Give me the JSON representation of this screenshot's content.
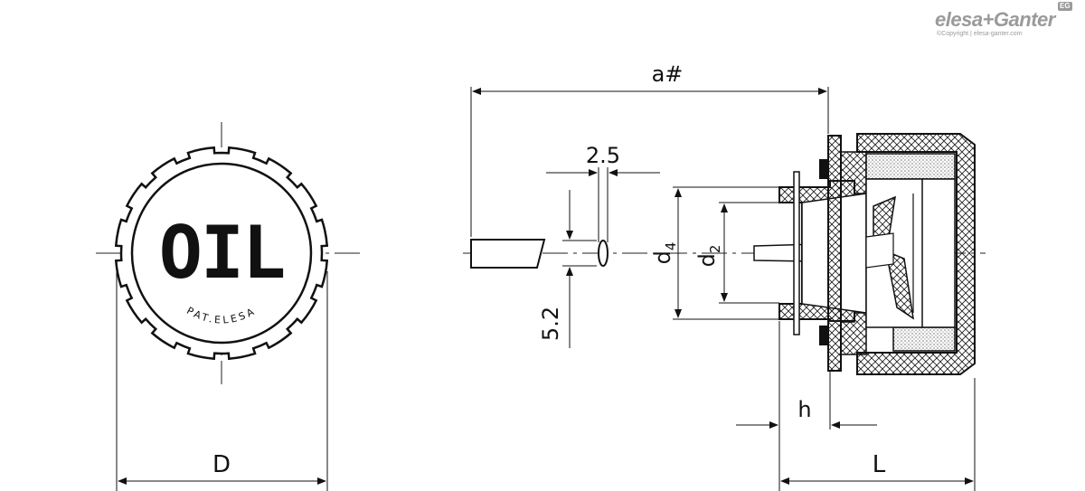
{
  "brand": {
    "name": "elesa+Ganter",
    "badge": "EG",
    "copyright": "©Copyright | elesa-ganter.com"
  },
  "front_view": {
    "cap_text": "OIL",
    "patent_text": "PAT.ELESA",
    "diameter_label": "D"
  },
  "section_view": {
    "label_a": "a#",
    "label_slot_width": "2.5",
    "label_slot_height": "5.2",
    "label_d4_main": "d",
    "label_d4_sub": "4",
    "label_d2_main": "d",
    "label_d2_sub": "2",
    "label_h": "h",
    "label_L": "L"
  }
}
